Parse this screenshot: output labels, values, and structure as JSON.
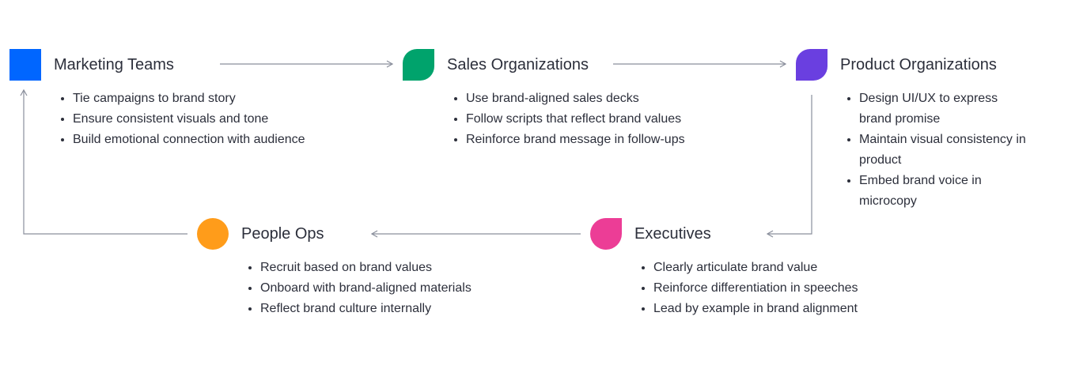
{
  "colors": {
    "marketing": "#0066ff",
    "sales": "#00a36c",
    "product": "#6a3fe0",
    "executives": "#ec3d96",
    "people": "#ff9c1a",
    "connector": "#8a8f9c",
    "text": "#2c2f3b"
  },
  "nodes": {
    "marketing": {
      "title": "Marketing Teams",
      "icon": "square-icon",
      "items": [
        "Tie campaigns to brand story",
        "Ensure consistent visuals and tone",
        "Build emotional connection with audience"
      ]
    },
    "sales": {
      "title": "Sales Organizations",
      "icon": "leaf-icon",
      "items": [
        "Use brand-aligned sales decks",
        "Follow scripts that reflect brand values",
        "Reinforce brand message in follow-ups"
      ]
    },
    "product": {
      "title": "Product Organizations",
      "icon": "leaf-icon",
      "items": [
        "Design UI/UX to express brand promise",
        "Maintain visual consistency in product",
        "Embed brand voice in microcopy"
      ]
    },
    "executives": {
      "title": "Executives",
      "icon": "drop-icon",
      "items": [
        "Clearly articulate brand value",
        "Reinforce differentiation in speeches",
        "Lead by example in brand alignment"
      ]
    },
    "people": {
      "title": "People Ops",
      "icon": "circle-icon",
      "items": [
        "Recruit based on brand values",
        "Onboard with brand-aligned materials",
        "Reflect brand culture internally"
      ]
    }
  }
}
